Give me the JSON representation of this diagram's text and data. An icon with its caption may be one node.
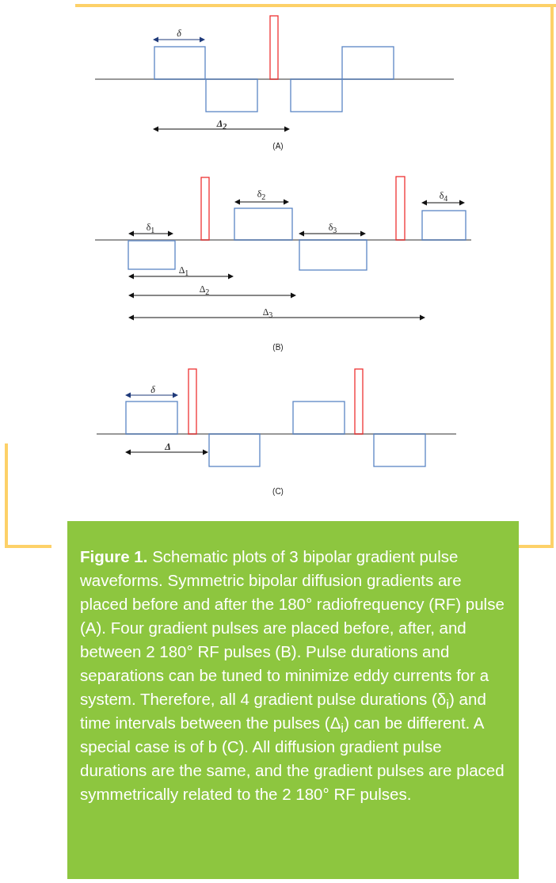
{
  "diagram": {
    "caption": "**Figure 1.** Schematic plots of 3 bipolar gradient pulse waveforms. Symmetric bipolar diffusion gradients are placed before and after the 180° radiofrequency (RF) pulse (A). Four gradient pulses are placed before, after, and between 2 180° RF pulses (B). Pulse durations and separations can be tuned to minimize eddy currents for a system. Therefore, all 4 gradient pulse durations (δ$_{i}$) and time intervals between the pulses (Δ$_{i}$) can be different. A special case is of b (C). All diffusion gradient pulse durations are the same, and the gradient pulses are placed symmetrically related to the 2 180° RF pulses.",
    "labels": [
      "δ",
      "Δ$_{2}$",
      "(A)",
      "δ$_{2}$",
      "δ$_{4}$",
      "δ$_{1}$",
      "δ$_{3}$",
      "Δ$_{1}$",
      "Δ$_{2}$",
      "Δ$_{3}$",
      "(B)",
      "δ",
      "Δ",
      "(C)"
    ]
  }
}
